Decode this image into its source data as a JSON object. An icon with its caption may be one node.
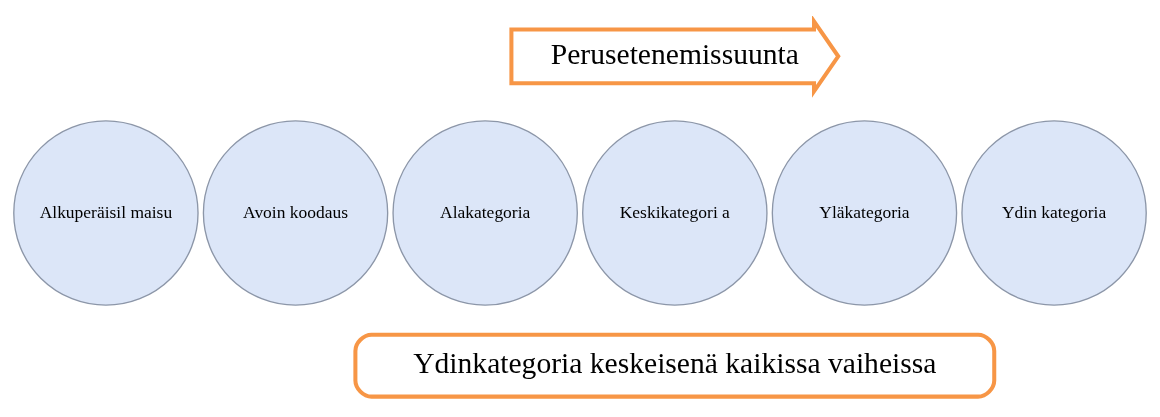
{
  "diagram": {
    "nodes": [
      {
        "text": [
          "Perusetenemissuunta"
        ]
      },
      {
        "text": [
          "Alkuperäisil maisu"
        ]
      },
      {
        "text": [
          "Avoin koodaus"
        ]
      },
      {
        "text": [
          "Alakategoria"
        ]
      },
      {
        "text": [
          "Keskikategori a"
        ]
      },
      {
        "text": [
          "Yläkategoria"
        ]
      },
      {
        "text": [
          "Ydin kategoria"
        ]
      },
      {
        "text": [
          "Ydinkategoria keskeisenä kaikissa vaiheissa"
        ]
      }
    ]
  }
}
